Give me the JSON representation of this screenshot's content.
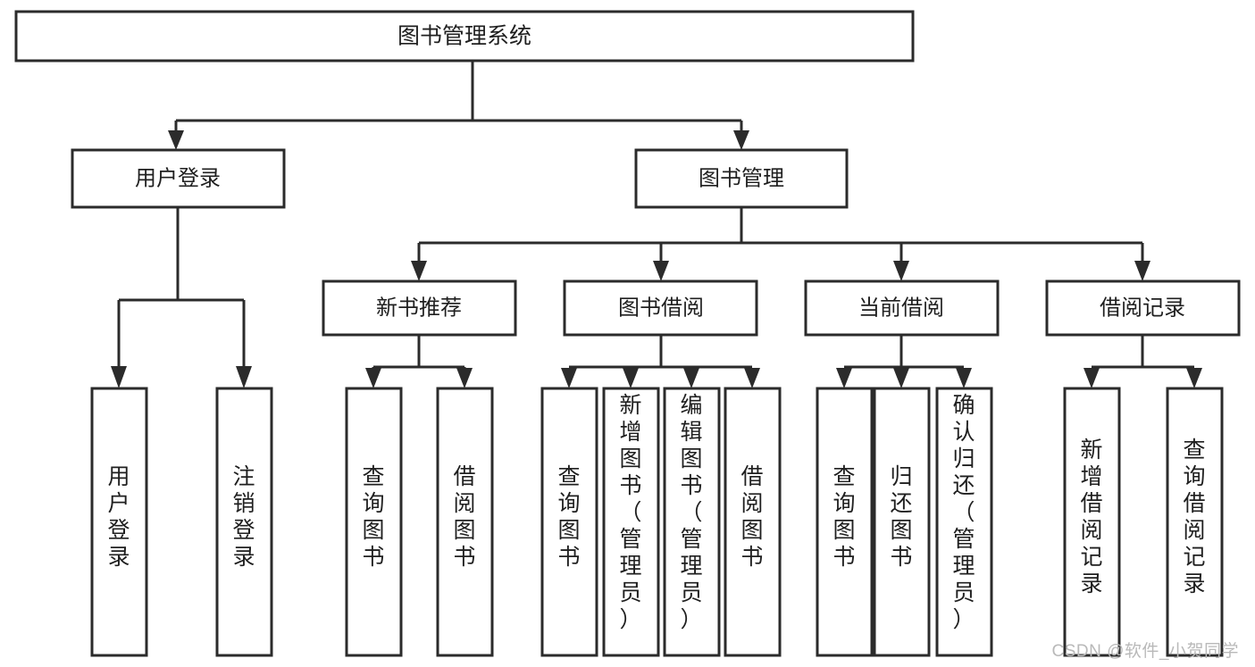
{
  "diagram": {
    "type": "tree",
    "title": "图书管理系统",
    "watermark": "CSDN @软件_小贺同学",
    "colors": {
      "stroke": "#2b2b2b",
      "fill": "#ffffff",
      "text": "#1f1f1f",
      "watermark": "#b9b9b9"
    },
    "root": {
      "label": "图书管理系统"
    },
    "level2": [
      {
        "label": "用户登录"
      },
      {
        "label": "图书管理"
      }
    ],
    "level3": [
      {
        "label": "新书推荐"
      },
      {
        "label": "图书借阅"
      },
      {
        "label": "当前借阅"
      },
      {
        "label": "借阅记录"
      }
    ],
    "leaves": {
      "user_login": [
        {
          "label": "用户登录"
        },
        {
          "label": "注销登录"
        }
      ],
      "new_book": [
        {
          "label": "查询图书"
        },
        {
          "label": "借阅图书"
        }
      ],
      "book_borrow": [
        {
          "label": "查询图书"
        },
        {
          "label": "新增图书（管理员）"
        },
        {
          "label": "编辑图书（管理员）"
        },
        {
          "label": "借阅图书"
        }
      ],
      "current_borrow": [
        {
          "label": "查询图书"
        },
        {
          "label": "归还图书"
        },
        {
          "label": "确认归还（管理员）"
        }
      ],
      "borrow_record": [
        {
          "label": "新增借阅记录"
        },
        {
          "label": "查询借阅记录"
        }
      ]
    }
  }
}
